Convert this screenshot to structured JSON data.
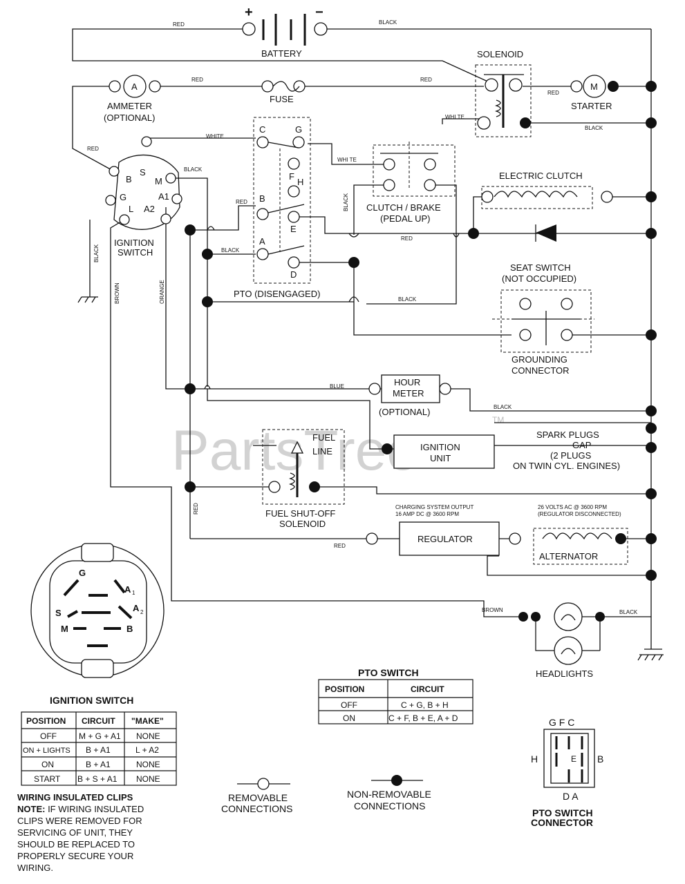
{
  "watermark": "PartsTree",
  "watermark_tm": "TM",
  "components": {
    "battery": "BATTERY",
    "solenoid": "SOLENOID",
    "ammeter": "AMMETER",
    "ammeter_sub": "(OPTIONAL)",
    "ammeter_symbol": "A",
    "fuse": "FUSE",
    "starter": "STARTER",
    "starter_symbol": "M",
    "electric_clutch": "ELECTRIC CLUTCH",
    "clutch_brake": "CLUTCH / BRAKE",
    "clutch_brake_sub": "(PEDAL UP)",
    "ignition_switch": "IGNITION",
    "ignition_switch_sub": "SWITCH",
    "pto": "PTO (DISENGAGED)",
    "seat_switch": "SEAT SWITCH",
    "seat_switch_sub": "(NOT OCCUPIED)",
    "grounding": "GROUNDING",
    "grounding_sub": "CONNECTOR",
    "hour_meter_1": "HOUR",
    "hour_meter_2": "METER",
    "hour_meter_sub": "(OPTIONAL)",
    "ignition_unit_1": "IGNITION",
    "ignition_unit_2": "UNIT",
    "spark_1": "SPARK PLUGS",
    "spark_2": "GAP",
    "spark_3": "(2 PLUGS",
    "spark_4": "ON TWIN CYL. ENGINES)",
    "fuel_line_1": "FUEL",
    "fuel_line_2": "LINE",
    "fuel_solenoid_1": "FUEL SHUT-OFF",
    "fuel_solenoid_2": "SOLENOID",
    "charging_1": "CHARGING SYSTEM OUTPUT",
    "charging_2": "16 AMP DC @ 3600 RPM",
    "ac_1": "26 VOLTS AC @ 3600 RPM",
    "ac_2": "(REGULATOR DISCONNECTED)",
    "regulator": "REGULATOR",
    "alternator": "ALTERNATOR",
    "headlights": "HEADLIGHTS",
    "battery_plus": "+",
    "battery_minus": "−"
  },
  "terminals": {
    "ign": [
      "B",
      "S",
      "M",
      "G",
      "L",
      "A2",
      "A1"
    ],
    "pto": [
      "C",
      "G",
      "F",
      "H",
      "B",
      "E",
      "A",
      "D"
    ]
  },
  "wires": {
    "red": "RED",
    "black": "BLACK",
    "white": "WHITE",
    "blue": "BLUE",
    "brown": "BROWN",
    "orange": "ORANGE",
    "white_te": "WHI TE",
    "brown_v": "BROWN"
  },
  "ignition_table": {
    "title": "IGNITION SWITCH",
    "headers": [
      "POSITION",
      "CIRCUIT",
      "\"MAKE\""
    ],
    "rows": [
      [
        "OFF",
        "M + G + A1",
        "NONE"
      ],
      [
        "ON + LIGHTS",
        "B + A1",
        "L + A2"
      ],
      [
        "ON",
        "B + A1",
        "NONE"
      ],
      [
        "START",
        "B + S + A1",
        "NONE"
      ]
    ]
  },
  "pto_table": {
    "title": "PTO SWITCH",
    "headers": [
      "POSITION",
      "CIRCUIT"
    ],
    "rows": [
      [
        "OFF",
        "C + G, B + H"
      ],
      [
        "ON",
        "C + F, B + E, A + D"
      ]
    ]
  },
  "ign_face_labels": [
    "G",
    "A",
    "1",
    "S",
    "A",
    "2",
    "M",
    "B"
  ],
  "notes": {
    "line1": "WIRING INSULATED CLIPS",
    "line2_bold": "NOTE:",
    "line2": " IF WIRING INSULATED",
    "line3": "CLIPS WERE REMOVED FOR",
    "line4": "SERVICING OF UNIT, THEY",
    "line5": "SHOULD BE REPLACED TO",
    "line6": "PROPERLY SECURE YOUR",
    "line7": "WIRING."
  },
  "legend": {
    "removable_1": "REMOVABLE",
    "removable_2": "CONNECTIONS",
    "nonremovable_1": "NON-REMOVABLE",
    "nonremovable_2": "CONNECTIONS"
  },
  "pto_connector": {
    "top": "G F C",
    "left": "H",
    "right": "B",
    "center": "E",
    "bottom": "D A",
    "title_1": "PTO SWITCH",
    "title_2": "CONNECTOR"
  }
}
